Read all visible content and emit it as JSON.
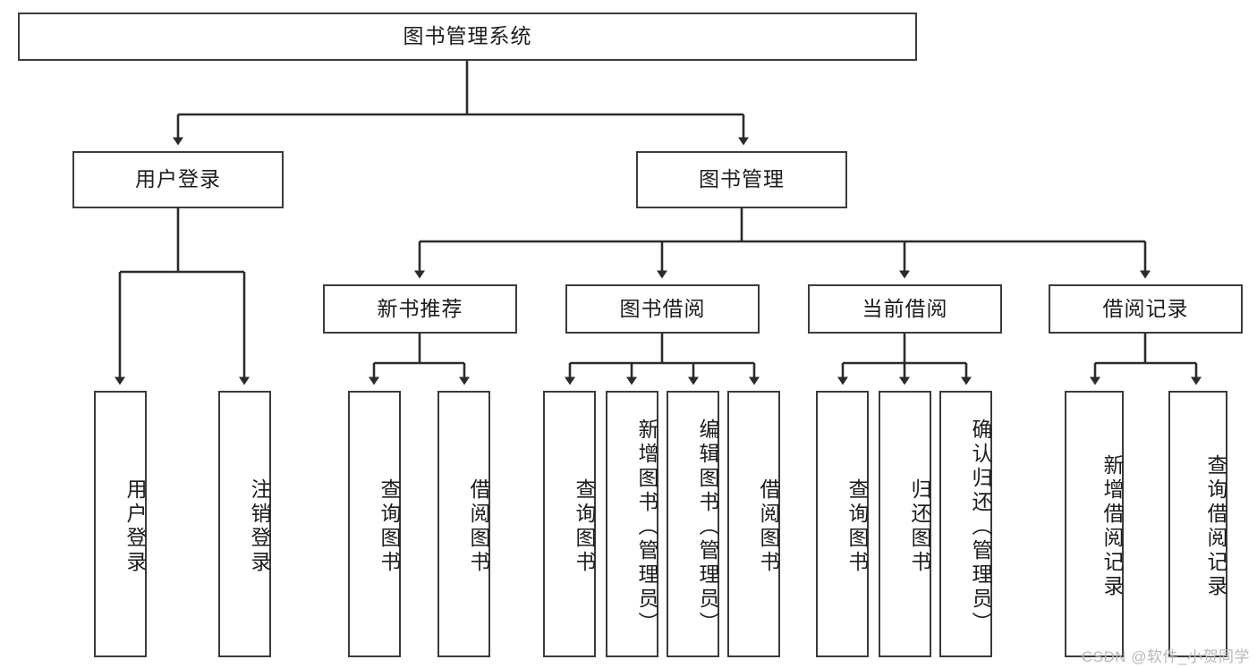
{
  "diagram": {
    "title": "图书管理系统",
    "type": "tree-hierarchy-chart",
    "watermark": "CSDN @软件_小贺同学",
    "colors": {
      "box_border": "#3b3b3b",
      "box_fill": "#ffffff",
      "connector": "#2b2b2b",
      "text": "#1c1c1c",
      "watermark": "#b9b9b9",
      "background": "#ffffff"
    },
    "levels": {
      "root": {
        "label": "图书管理系统"
      },
      "level2": [
        {
          "id": "user-login",
          "label": "用户登录"
        },
        {
          "id": "book-manage",
          "label": "图书管理"
        }
      ],
      "level3": [
        {
          "id": "new-book-rec",
          "label": "新书推荐"
        },
        {
          "id": "book-borrow",
          "label": "图书借阅"
        },
        {
          "id": "current-borrow",
          "label": "当前借阅"
        },
        {
          "id": "borrow-record",
          "label": "借阅记录"
        }
      ],
      "leaves": {
        "user-login": [
          {
            "id": "leaf-user-login",
            "label": "用户登录"
          },
          {
            "id": "leaf-user-logout",
            "label": "注销登录"
          }
        ],
        "new-book-rec": [
          {
            "id": "leaf-query-book-1",
            "label": "查询图书"
          },
          {
            "id": "leaf-borrow-book-1",
            "label": "借阅图书"
          }
        ],
        "book-borrow": [
          {
            "id": "leaf-query-book-2",
            "label": "查询图书"
          },
          {
            "id": "leaf-add-book",
            "label": "新增图书（管理员）"
          },
          {
            "id": "leaf-edit-book",
            "label": "编辑图书（管理员）"
          },
          {
            "id": "leaf-borrow-book-2",
            "label": "借阅图书"
          }
        ],
        "current-borrow": [
          {
            "id": "leaf-query-book-3",
            "label": "查询图书"
          },
          {
            "id": "leaf-return-book",
            "label": "归还图书"
          },
          {
            "id": "leaf-confirm-return",
            "label": "确认归还（管理员）"
          }
        ],
        "borrow-record": [
          {
            "id": "leaf-add-record",
            "label": "新增借阅记录"
          },
          {
            "id": "leaf-query-record",
            "label": "查询借阅记录"
          }
        ]
      }
    }
  }
}
